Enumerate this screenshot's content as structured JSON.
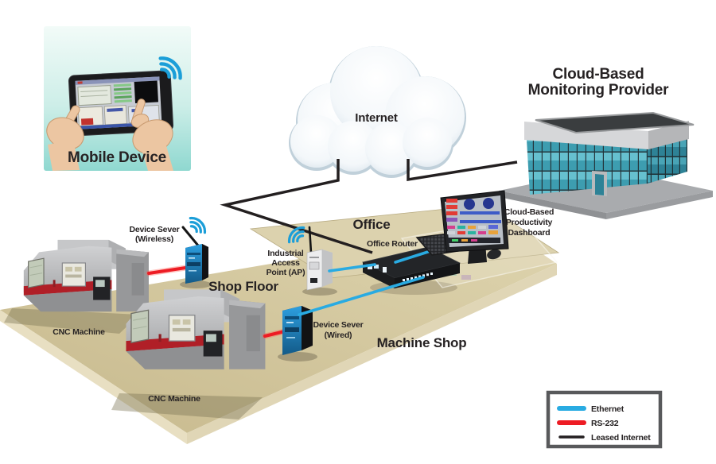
{
  "diagram": {
    "labels": {
      "mobile_device": "Mobile Device",
      "internet": "Internet",
      "provider_line1": "Cloud-Based",
      "provider_line2": "Monitoring Provider",
      "ds_wireless_line1": "Device Sever",
      "ds_wireless_line2": "(Wireless)",
      "shop_floor": "Shop Floor",
      "ap_line1": "Industrial",
      "ap_line2": "Access",
      "ap_line3": "Point (AP)",
      "office": "Office",
      "office_router": "Office Router",
      "dashboard_line1": "Cloud-Based",
      "dashboard_line2": "Productivity",
      "dashboard_line3": "Dashboard",
      "ds_wired_line1": "Device Sever",
      "ds_wired_line2": "(Wired)",
      "machine_shop": "Machine Shop",
      "cnc_machine_1": "CNC Machine",
      "cnc_machine_2": "CNC Machine"
    },
    "legend": {
      "items": [
        {
          "label": "Ethernet",
          "color": "#29abe2"
        },
        {
          "label": "RS-232",
          "color": "#ed1c24"
        },
        {
          "label": "Leased Internet",
          "color": "#231f20"
        }
      ]
    },
    "colors": {
      "ethernet": "#29abe2",
      "rs232": "#ed1c24",
      "leased": "#231f20",
      "floor": "#d2c59c",
      "wifi": "#1b9ed8"
    }
  }
}
